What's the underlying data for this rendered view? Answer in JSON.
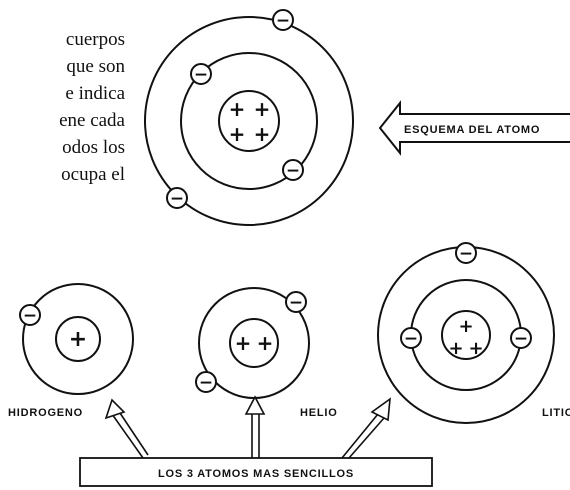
{
  "text_lines": [
    "cuerpos",
    "que son",
    "e indica",
    "ene cada",
    "odos los",
    "ocupa el"
  ],
  "labels": {
    "scheme": "ESQUEMA DEL ATOMO",
    "hydrogen": "HIDROGENO",
    "helium": "HELIO",
    "lithium": "LITIO",
    "caption": "LOS 3 ATOMOS MAS SENCILLOS"
  },
  "symbols": {
    "electron": "−",
    "proton": "+"
  }
}
